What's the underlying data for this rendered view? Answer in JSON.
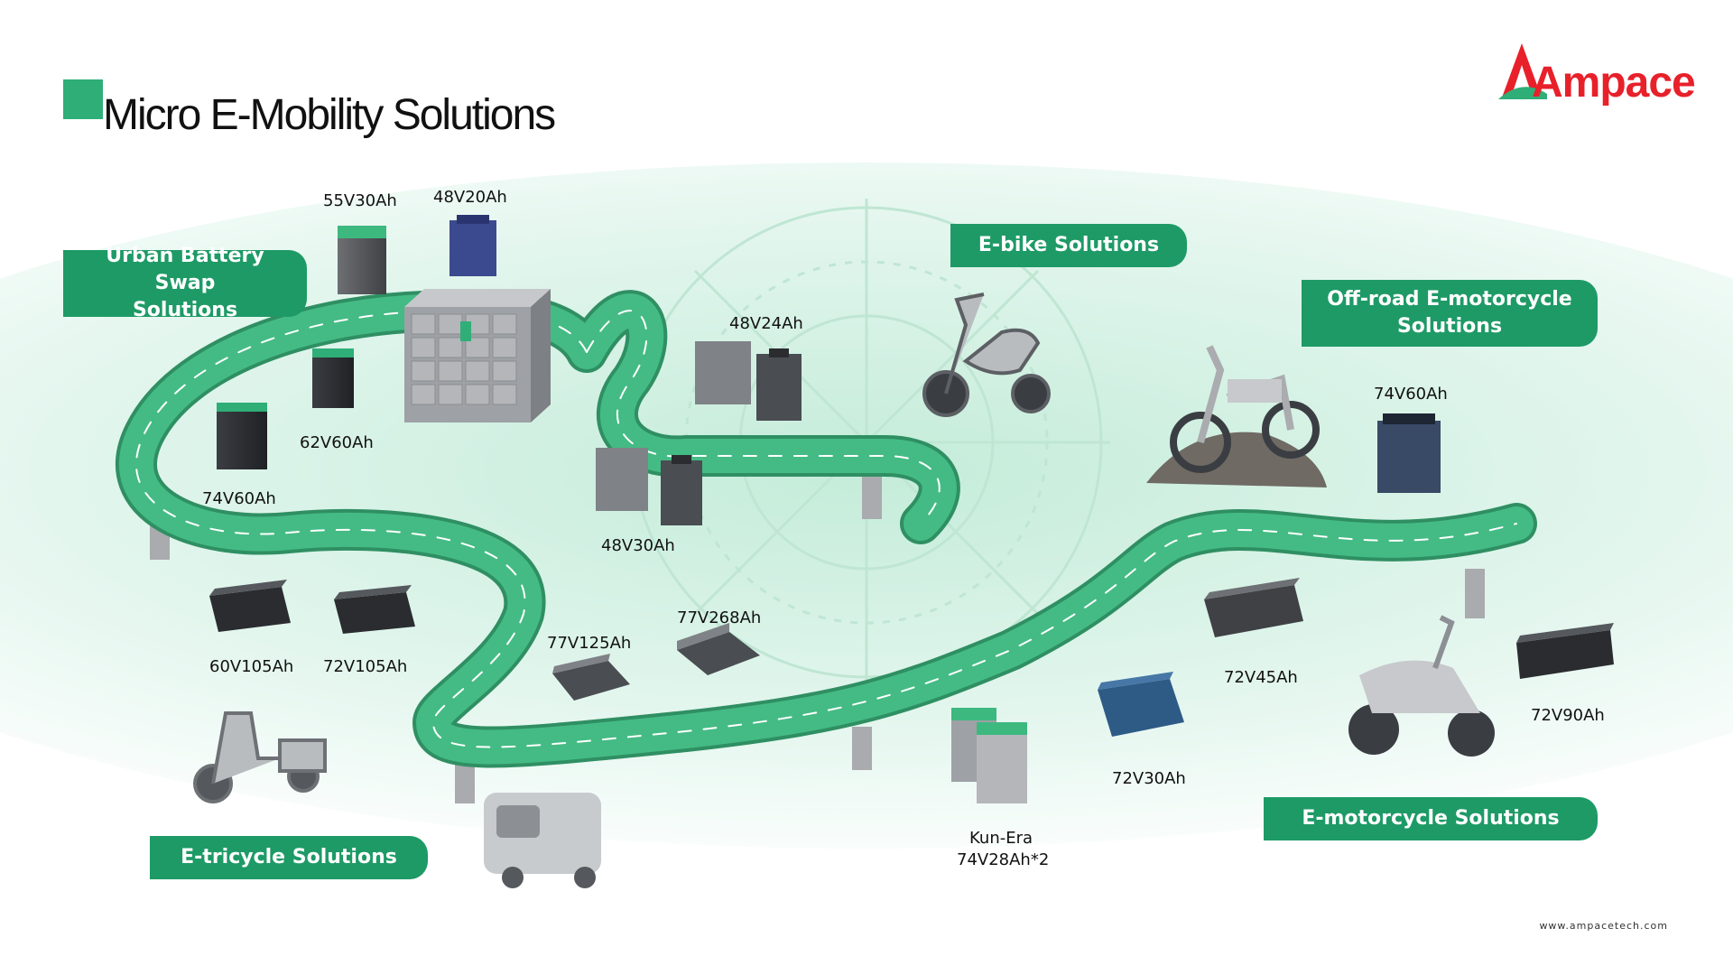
{
  "page": {
    "title": "Micro E-Mobility Solutions",
    "brand": "Ampace",
    "website": "www.ampacetech.com"
  },
  "colors": {
    "accent": "#2fae78",
    "pill": "#1e9a66",
    "brand": "#e8202a",
    "road": "#3db87f",
    "background_glow": "#d9f3e8"
  },
  "categories": [
    {
      "id": "swap",
      "label": "Urban Battery Swap Solutions"
    },
    {
      "id": "ebike",
      "label": "E-bike Solutions"
    },
    {
      "id": "offroad",
      "label": "Off-road E-motorcycle Solutions"
    },
    {
      "id": "etricycle",
      "label": "E-tricycle Solutions"
    },
    {
      "id": "emotorcycle",
      "label": "E-motorcycle Solutions"
    }
  ],
  "batteries": {
    "swap": [
      "55V30Ah",
      "48V20Ah",
      "62V60Ah",
      "74V60Ah"
    ],
    "ebike": [
      "48V24Ah",
      "48V30Ah"
    ],
    "offroad": [
      "74V60Ah"
    ],
    "etricycle": [
      "60V105Ah",
      "72V105Ah",
      "77V125Ah",
      "77V268Ah"
    ],
    "emotorcycle": [
      "72V45Ah",
      "72V90Ah",
      "72V30Ah"
    ],
    "kunera": {
      "name": "Kun-Era",
      "spec": "74V28Ah*2"
    }
  },
  "icons": [
    "battery-icon",
    "swap-cabinet-icon",
    "scooter-icon",
    "dirt-bike-icon",
    "tricycle-icon",
    "delivery-vehicle-icon",
    "motorcycle-icon"
  ]
}
